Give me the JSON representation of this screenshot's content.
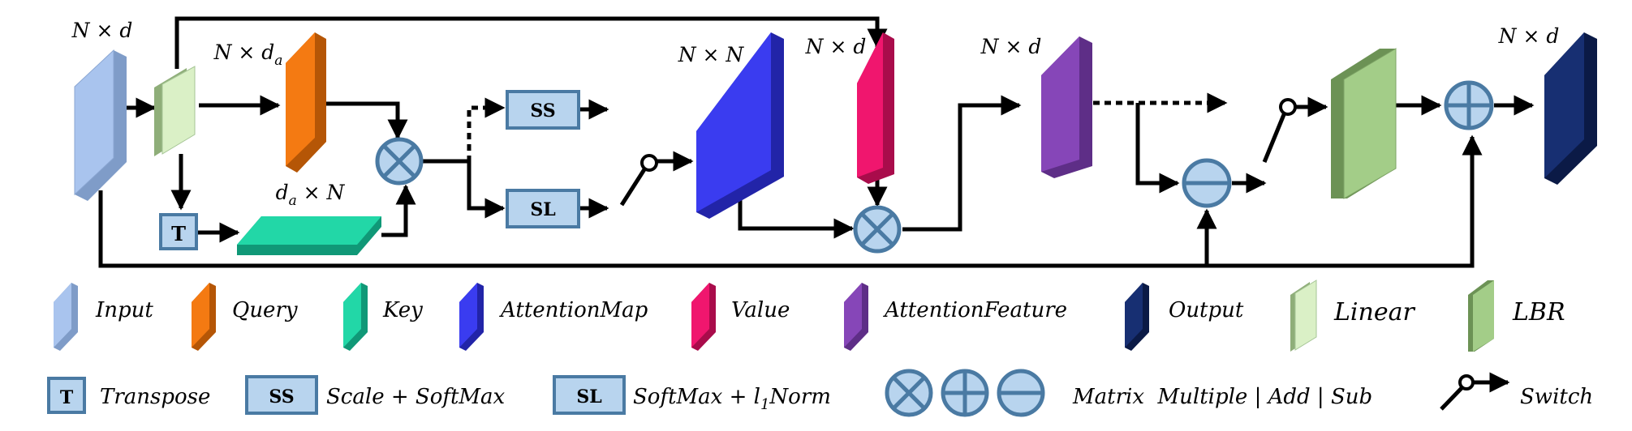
{
  "dims": {
    "input": "N × d",
    "query": "N × d",
    "query_sub": "a",
    "key_pre": "d",
    "key_sub": "a",
    "key_post": " × N",
    "attention_map": "N × N",
    "value": "N × d",
    "attention_feature": "N × d",
    "output": "N × d"
  },
  "boxes": {
    "transpose": "T",
    "scale_softmax": "SS",
    "softmax_l1norm": "SL"
  },
  "legend": {
    "input": "Input",
    "query": "Query",
    "key": "Key",
    "attention_map": "AttentionMap",
    "value": "Value",
    "attention_feature": "AttentionFeature",
    "output": "Output",
    "linear": "Linear",
    "lbr": "LBR",
    "transpose_box": "T",
    "transpose": "Transpose",
    "ss_box": "SS",
    "scale_softmax": "Scale + SoftMax",
    "sl_box": "SL",
    "softmax_pre": "SoftMax + ",
    "softmax_l": "l",
    "softmax_sub": "1",
    "softmax_post": "Norm",
    "matrix": "Matrix  Multiple | Add | Sub",
    "switch": "Switch"
  },
  "colors": {
    "input": "#a9c4ee",
    "query": "#f47a12",
    "key": "#22d7a7",
    "attention_map": "#3a3cf0",
    "value": "#f0166e",
    "attention_feature": "#8646b8",
    "output": "#172f72",
    "linear": "#daf0c6",
    "lbr": "#a3cd88",
    "box_fill": "#b8d4ee",
    "box_stroke": "#4a7aa3",
    "op_fill": "#b8d4ee",
    "op_stroke": "#4a7aa3"
  }
}
